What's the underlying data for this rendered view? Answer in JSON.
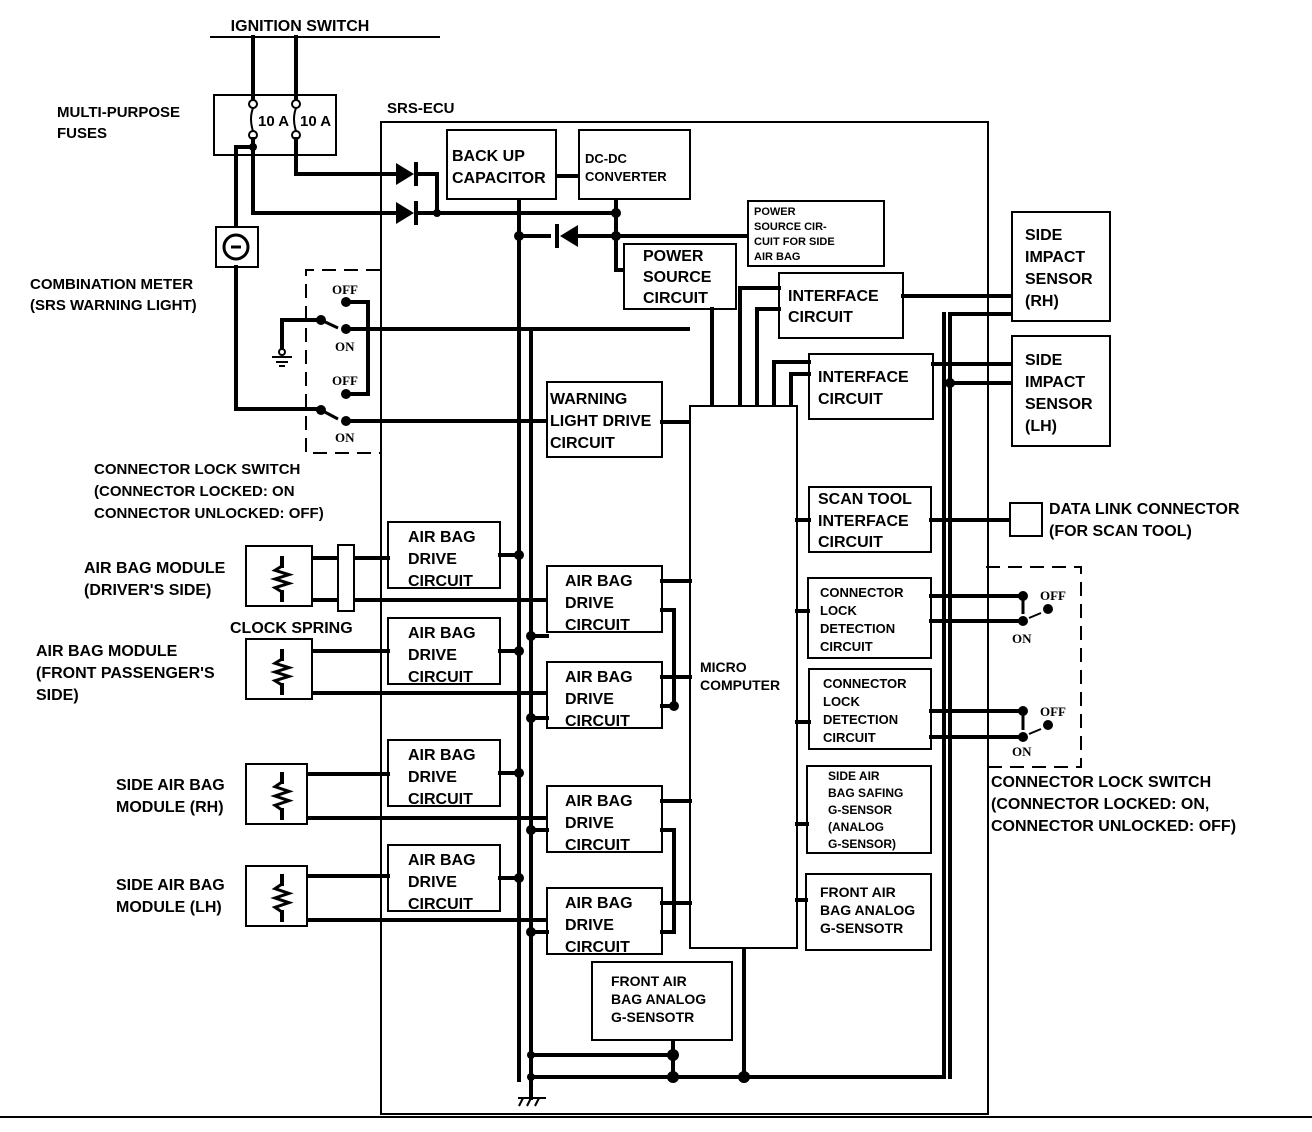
{
  "title": "SRS-ECU",
  "ignition": "IGNITION SWITCH",
  "fuses": {
    "label": [
      "MULTI-PURPOSE",
      "FUSES"
    ],
    "f1": "10 A",
    "f2": "10 A"
  },
  "meter": [
    "COMBINATION METER",
    "(SRS WARNING LIGHT)"
  ],
  "left_switch": {
    "states": {
      "off": "OFF",
      "on": "ON"
    },
    "label": [
      "CONNECTOR LOCK SWITCH",
      "(CONNECTOR LOCKED: ON",
      "CONNECTOR UNLOCKED: OFF)"
    ]
  },
  "right_switch": {
    "states": {
      "off": "OFF",
      "on": "ON"
    },
    "label": [
      "CONNECTOR LOCK SWITCH",
      "(CONNECTOR LOCKED: ON,",
      "CONNECTOR UNLOCKED: OFF)"
    ]
  },
  "modules": {
    "driver": [
      "AIR BAG MODULE",
      "(DRIVER'S SIDE)"
    ],
    "passenger": [
      "AIR BAG MODULE",
      "(FRONT PASSENGER'S",
      "SIDE)"
    ],
    "side_rh": [
      "SIDE AIR BAG",
      "MODULE (RH)"
    ],
    "side_lh": [
      "SIDE AIR BAG",
      "MODULE (LH)"
    ],
    "clock_spring": "CLOCK SPRING"
  },
  "blocks": {
    "backup": [
      "BACK UP",
      "CAPACITOR"
    ],
    "dcdc": [
      "DC-DC",
      "CONVERTER"
    ],
    "ps_side": [
      "POWER",
      "SOURCE CIR-",
      "CUIT FOR SIDE",
      "AIR BAG"
    ],
    "ps": [
      "POWER",
      "SOURCE",
      "CIRCUIT"
    ],
    "iface1": [
      "INTERFACE",
      "CIRCUIT"
    ],
    "iface2": [
      "INTERFACE",
      "CIRCUIT"
    ],
    "warning": [
      "WARNING",
      "LIGHT DRIVE",
      "CIRCUIT"
    ],
    "drive": [
      "AIR BAG",
      "DRIVE",
      "CIRCUIT"
    ],
    "micro": [
      "MICRO",
      "COMPUTER"
    ],
    "scan": [
      "SCAN TOOL",
      "INTERFACE",
      "CIRCUIT"
    ],
    "cld": [
      "CONNECTOR",
      "LOCK",
      "DETECTION",
      "CIRCUIT"
    ],
    "safing": [
      "SIDE AIR",
      "BAG SAFING",
      "G-SENSOR",
      "(ANALOG",
      "G-SENSOR)"
    ],
    "front_g": [
      "FRONT AIR",
      "BAG ANALOG",
      "G-SENSOTR"
    ]
  },
  "sensors": {
    "rh": [
      "SIDE",
      "IMPACT",
      "SENSOR",
      "(RH)"
    ],
    "lh": [
      "SIDE",
      "IMPACT",
      "SENSOR",
      "(LH)"
    ]
  },
  "dlc": [
    "DATA LINK CONNECTOR",
    "(FOR SCAN TOOL)"
  ]
}
